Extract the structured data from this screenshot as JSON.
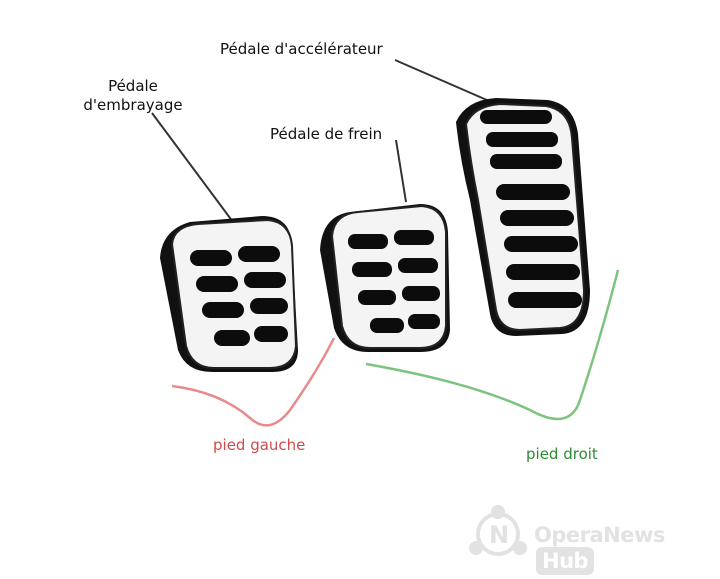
{
  "labels": {
    "accelerator": "Pédale d'accélérateur",
    "clutch_line1": "Pédale",
    "clutch_line2": "d'embrayage",
    "brake": "Pédale de frein",
    "left_foot": "pied gauche",
    "right_foot": "pied droit"
  },
  "watermark": {
    "text": "OperaNews",
    "badge": "Hub"
  },
  "colors": {
    "left_foot": "#e88a8a",
    "right_foot": "#7cc47e",
    "pedal_rim": "#f4f4f4",
    "pedal_body": "#111111",
    "pedal_slot": "#0c0c0c",
    "watermark": "#e2e2e2"
  },
  "icons": {
    "watermark_logo": "operanews-logo-icon"
  }
}
